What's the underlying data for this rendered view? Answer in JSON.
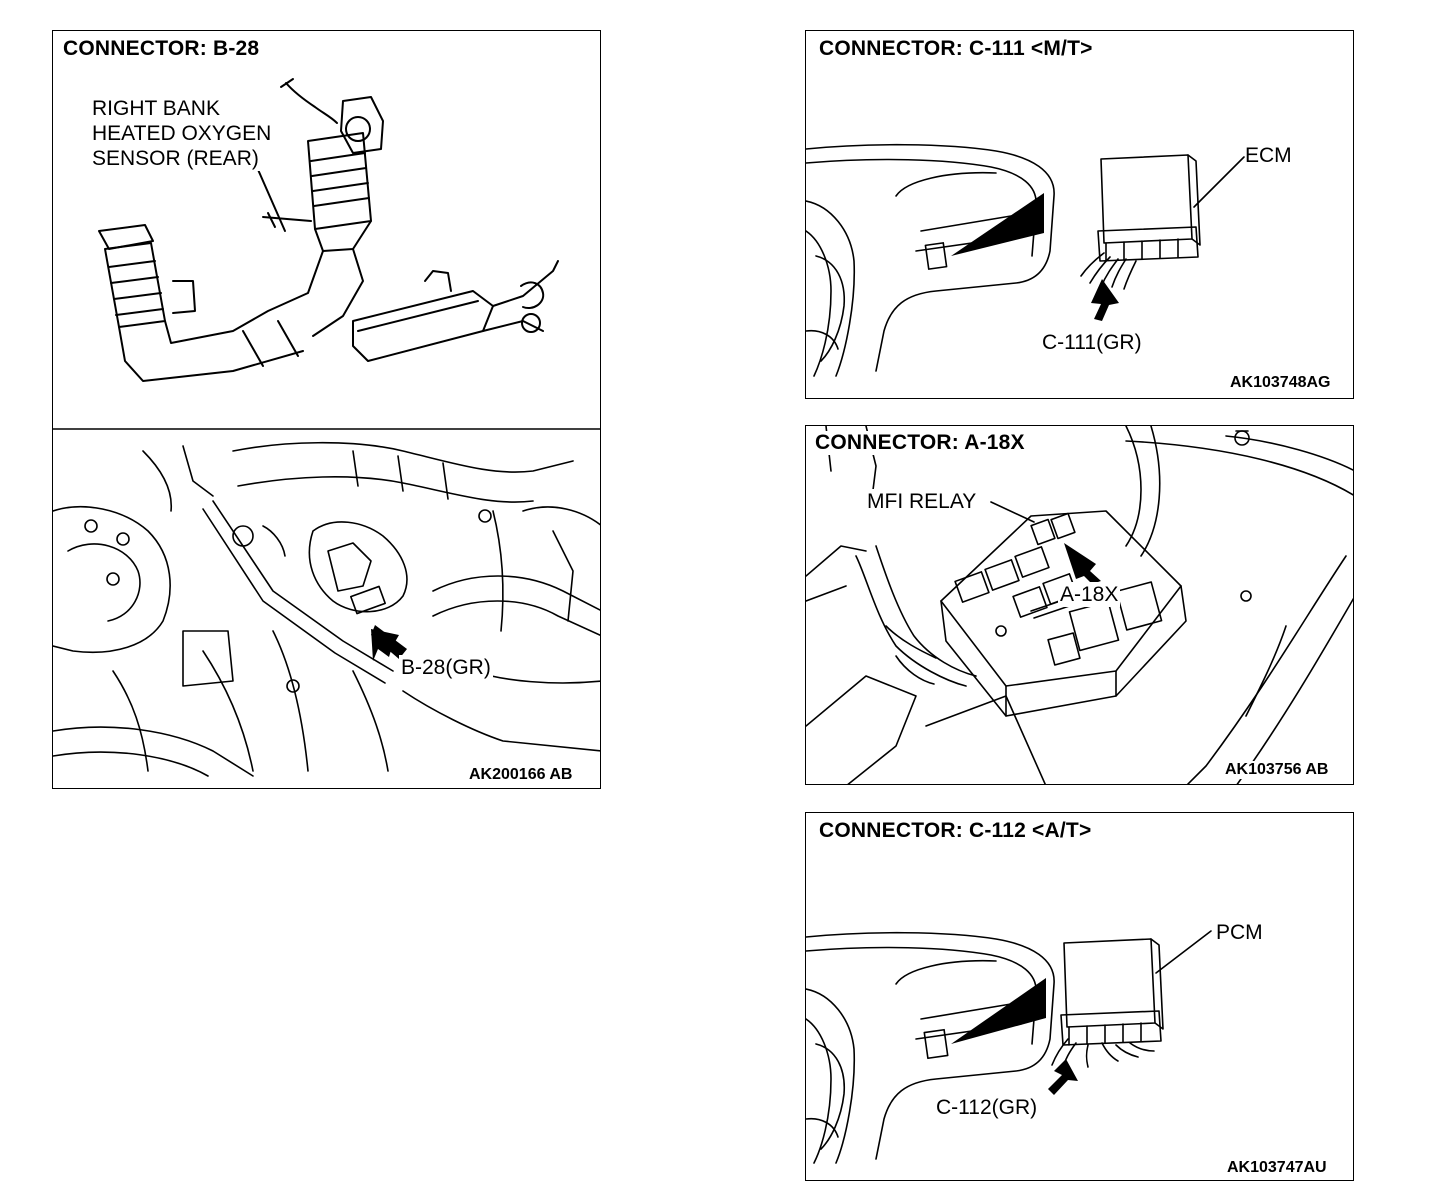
{
  "panels": {
    "b28": {
      "title": "CONNECTOR: B-28",
      "sensor_label": [
        "RIGHT BANK",
        "HEATED OXYGEN",
        "SENSOR (REAR)"
      ],
      "connector_label": "B-28(GR)",
      "code": "AK200166 AB"
    },
    "c111": {
      "title": "CONNECTOR: C-111 <M/T>",
      "module_label": "ECM",
      "connector_label": "C-111(GR)",
      "code": "AK103748AG"
    },
    "a18x": {
      "title": "CONNECTOR: A-18X",
      "relay_label": "MFI RELAY",
      "connector_label": "A-18X",
      "code": "AK103756 AB"
    },
    "c112": {
      "title": "CONNECTOR: C-112 <A/T>",
      "module_label": "PCM",
      "connector_label": "C-112(GR)",
      "code": "AK103747AU"
    }
  }
}
